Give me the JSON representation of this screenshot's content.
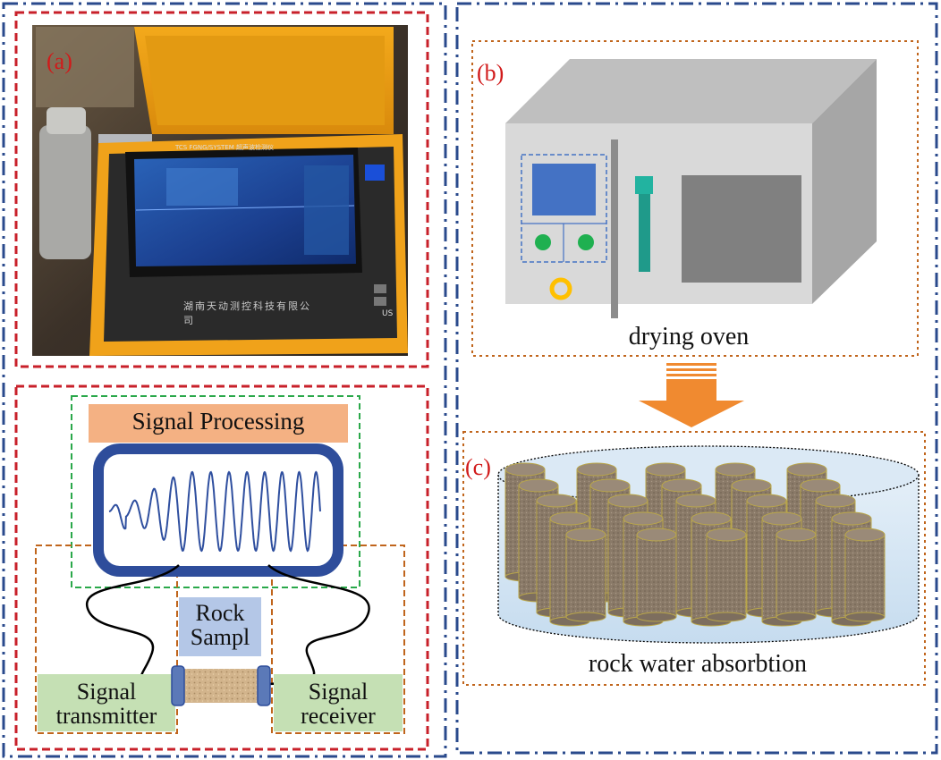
{
  "panels": {
    "a": {
      "label": "(a)",
      "device_brand": "湖南天动测控科技有限公司",
      "screen_header_left": "TCS FGNG/SYSTEM",
      "screen_header_right": "超声波检测仪",
      "usb_label": "US"
    },
    "b": {
      "label": "(b)",
      "caption": "drying oven"
    },
    "c": {
      "label": "(c)",
      "caption": "rock water absorbtion"
    },
    "schematic": {
      "processing_label": "Signal Processing",
      "sample_label_line1": "Rock",
      "sample_label_line2": "Sampl",
      "transmitter_line1": "Signal",
      "transmitter_line2": "transmitter",
      "receiver_line1": "Signal",
      "receiver_line2": "receiver"
    }
  },
  "colors": {
    "outer_border": "#2a4a8c",
    "red_border": "#c8202a",
    "orange_border": "#c0651c",
    "green_border": "#2aa84a",
    "processing_bar": "#f4b183",
    "monitor_frame": "#2e4d9b",
    "wave": "#2f4f9f",
    "sample_label_bg": "#b4c7e7",
    "signal_bg": "#c5e0b4",
    "arrow": "#f08a30",
    "oven_body": "#d9d9d9",
    "oven_side": "#a6a6a6",
    "oven_top": "#bfbfbf",
    "oven_screen": "#4472c4",
    "oven_button": "#1fb050",
    "oven_handle": "#1f9a8a",
    "oven_knob": "#ffc000",
    "water": "#cfe3f3",
    "rock": "#8a7a68"
  }
}
